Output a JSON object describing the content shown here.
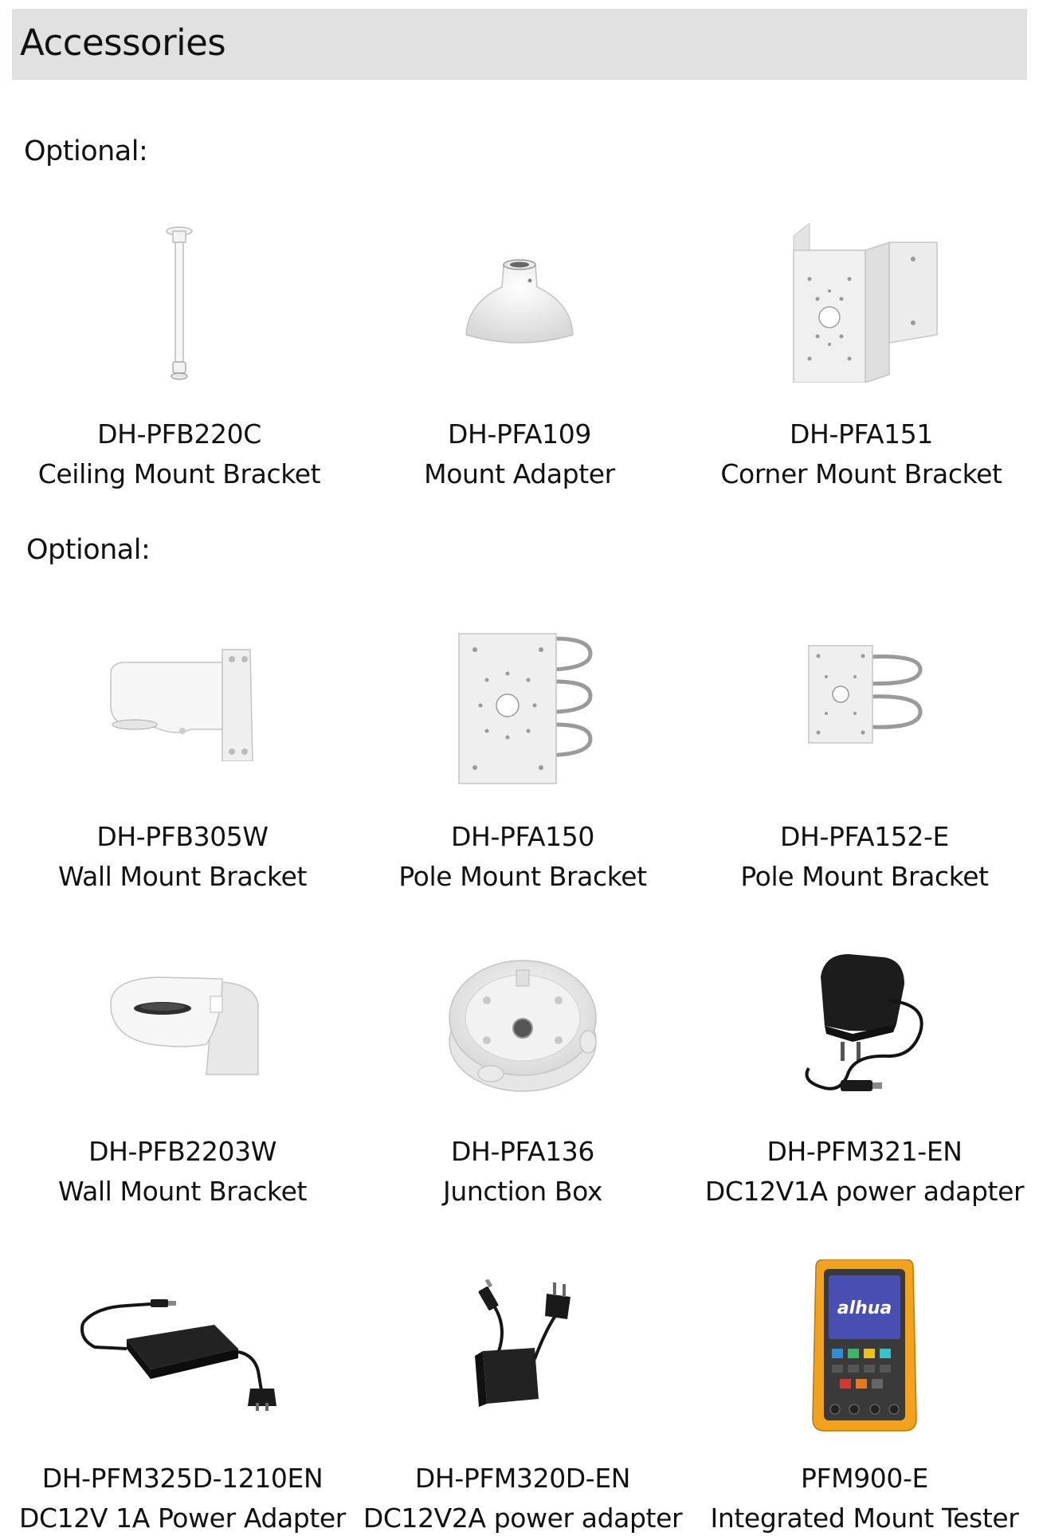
{
  "header": {
    "title": "Accessories"
  },
  "sections": [
    {
      "label": "Optional:"
    },
    {
      "label": "Optional:"
    }
  ],
  "items": [
    {
      "model": "DH-PFB220C",
      "name": "Ceiling Mount Bracket",
      "icon": "ceiling-pole-icon"
    },
    {
      "model": "DH-PFA109",
      "name": "Mount Adapter",
      "icon": "mount-adapter-icon"
    },
    {
      "model": "DH-PFA151",
      "name": "Corner Mount Bracket",
      "icon": "corner-bracket-icon"
    },
    {
      "model": "DH-PFB305W",
      "name": "Wall Mount Bracket",
      "icon": "wall-arm-icon"
    },
    {
      "model": "DH-PFA150",
      "name": "Pole Mount Bracket",
      "icon": "pole-plate-icon"
    },
    {
      "model": "DH-PFA152-E",
      "name": "Pole Mount Bracket",
      "icon": "pole-plate-small-icon"
    },
    {
      "model": "DH-PFB2203W",
      "name": "Wall Mount Bracket",
      "icon": "wall-dome-bracket-icon"
    },
    {
      "model": "DH-PFA136",
      "name": "Junction Box",
      "icon": "junction-box-icon"
    },
    {
      "model": "DH-PFM321-EN",
      "name": "DC12V1A power adapter",
      "icon": "wall-plug-adapter-icon"
    },
    {
      "model": "DH-PFM325D-1210EN",
      "name": "DC12V 1A Power Adapter",
      "icon": "desktop-adapter-icon"
    },
    {
      "model": "DH-PFM320D-EN",
      "name": "DC12V2A power adapter",
      "icon": "desktop-adapter-2a-icon"
    },
    {
      "model": "PFM900-E",
      "name": "Integrated Mount Tester",
      "icon": "tester-device-icon"
    }
  ],
  "tester_brand": "alhua"
}
